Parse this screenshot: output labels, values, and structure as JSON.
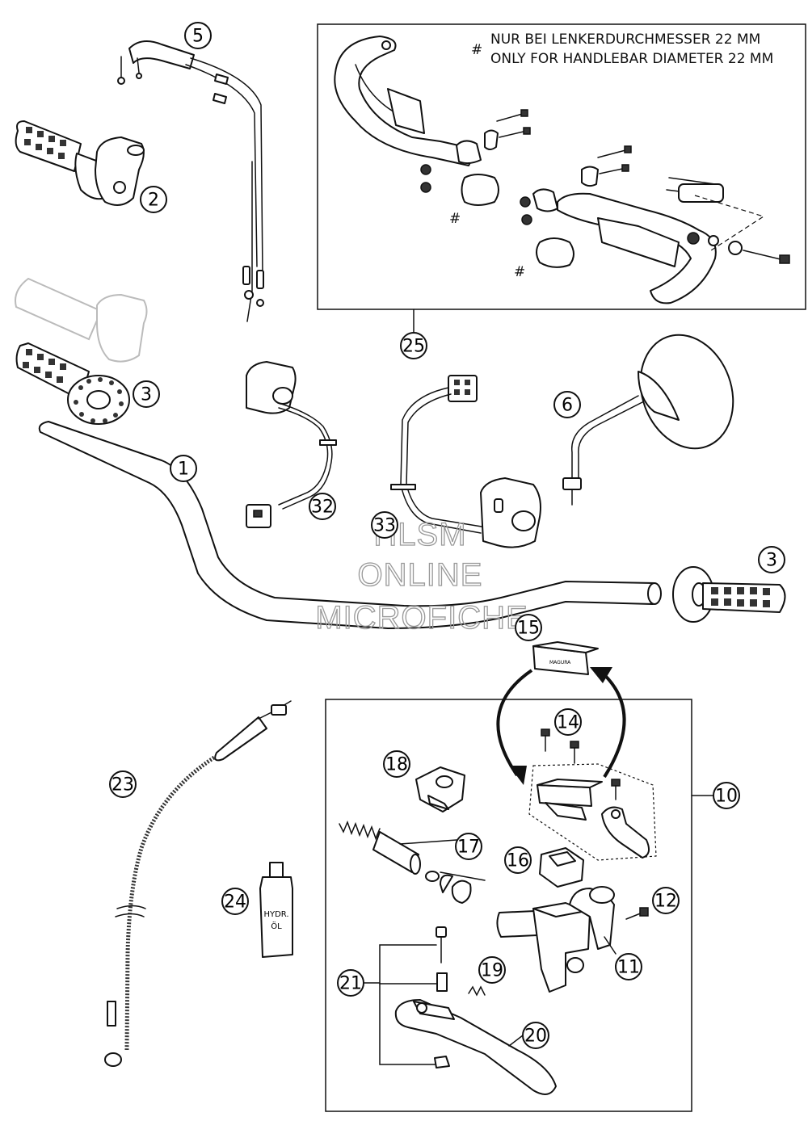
{
  "note": {
    "symbol": "#",
    "line_de": "NUR BEI LENKERDURCHMESSER 22 MM",
    "line_en": "ONLY FOR HANDLEBAR DIAMETER 22 MM"
  },
  "hash_marks": [
    "#",
    "#"
  ],
  "callouts": {
    "c1": "1",
    "c2": "2",
    "c3a": "3",
    "c3b": "3",
    "c5": "5",
    "c6": "6",
    "c10": "10",
    "c11": "11",
    "c12": "12",
    "c14": "14",
    "c15": "15",
    "c16": "16",
    "c17": "17",
    "c18": "18",
    "c19": "19",
    "c20": "20",
    "c21": "21",
    "c23": "23",
    "c24": "24",
    "c25": "25",
    "c32": "32",
    "c33": "33"
  },
  "bottle_label": [
    "HYDR.",
    "ÖL"
  ],
  "watermark": [
    "HLSM",
    "ONLINE",
    "MICROFICHE"
  ]
}
